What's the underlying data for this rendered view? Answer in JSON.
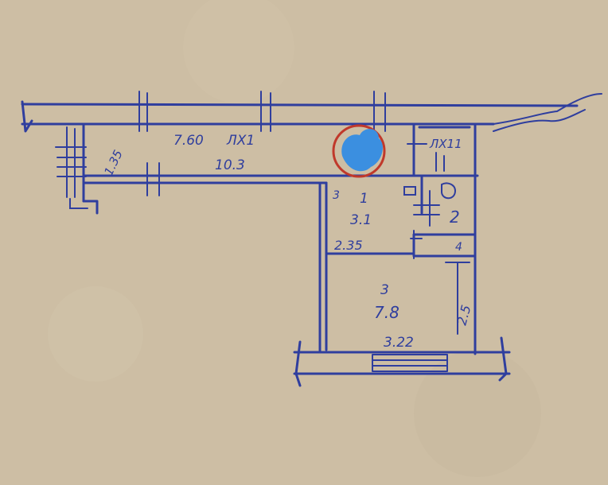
{
  "plan": {
    "paper_color": "#cdbea4",
    "ink_color": "#2f3e9e",
    "marker_circle_color": "#c0392b",
    "redaction_color": "#3b8fe0",
    "corridor": {
      "dimension": "7.60",
      "ceiling_mark": "ЛХ1",
      "area": "10.3",
      "side_dim": "1.35"
    },
    "bath": {
      "mark": "ЛХ11",
      "number": "2"
    },
    "room1": {
      "number": "1",
      "area": "3.1",
      "dimension": "2.35",
      "corner": "3"
    },
    "room3": {
      "number": "3",
      "area": "7.8",
      "width": "3.22",
      "side_dim": "2.5"
    },
    "closet_mark": "4"
  }
}
